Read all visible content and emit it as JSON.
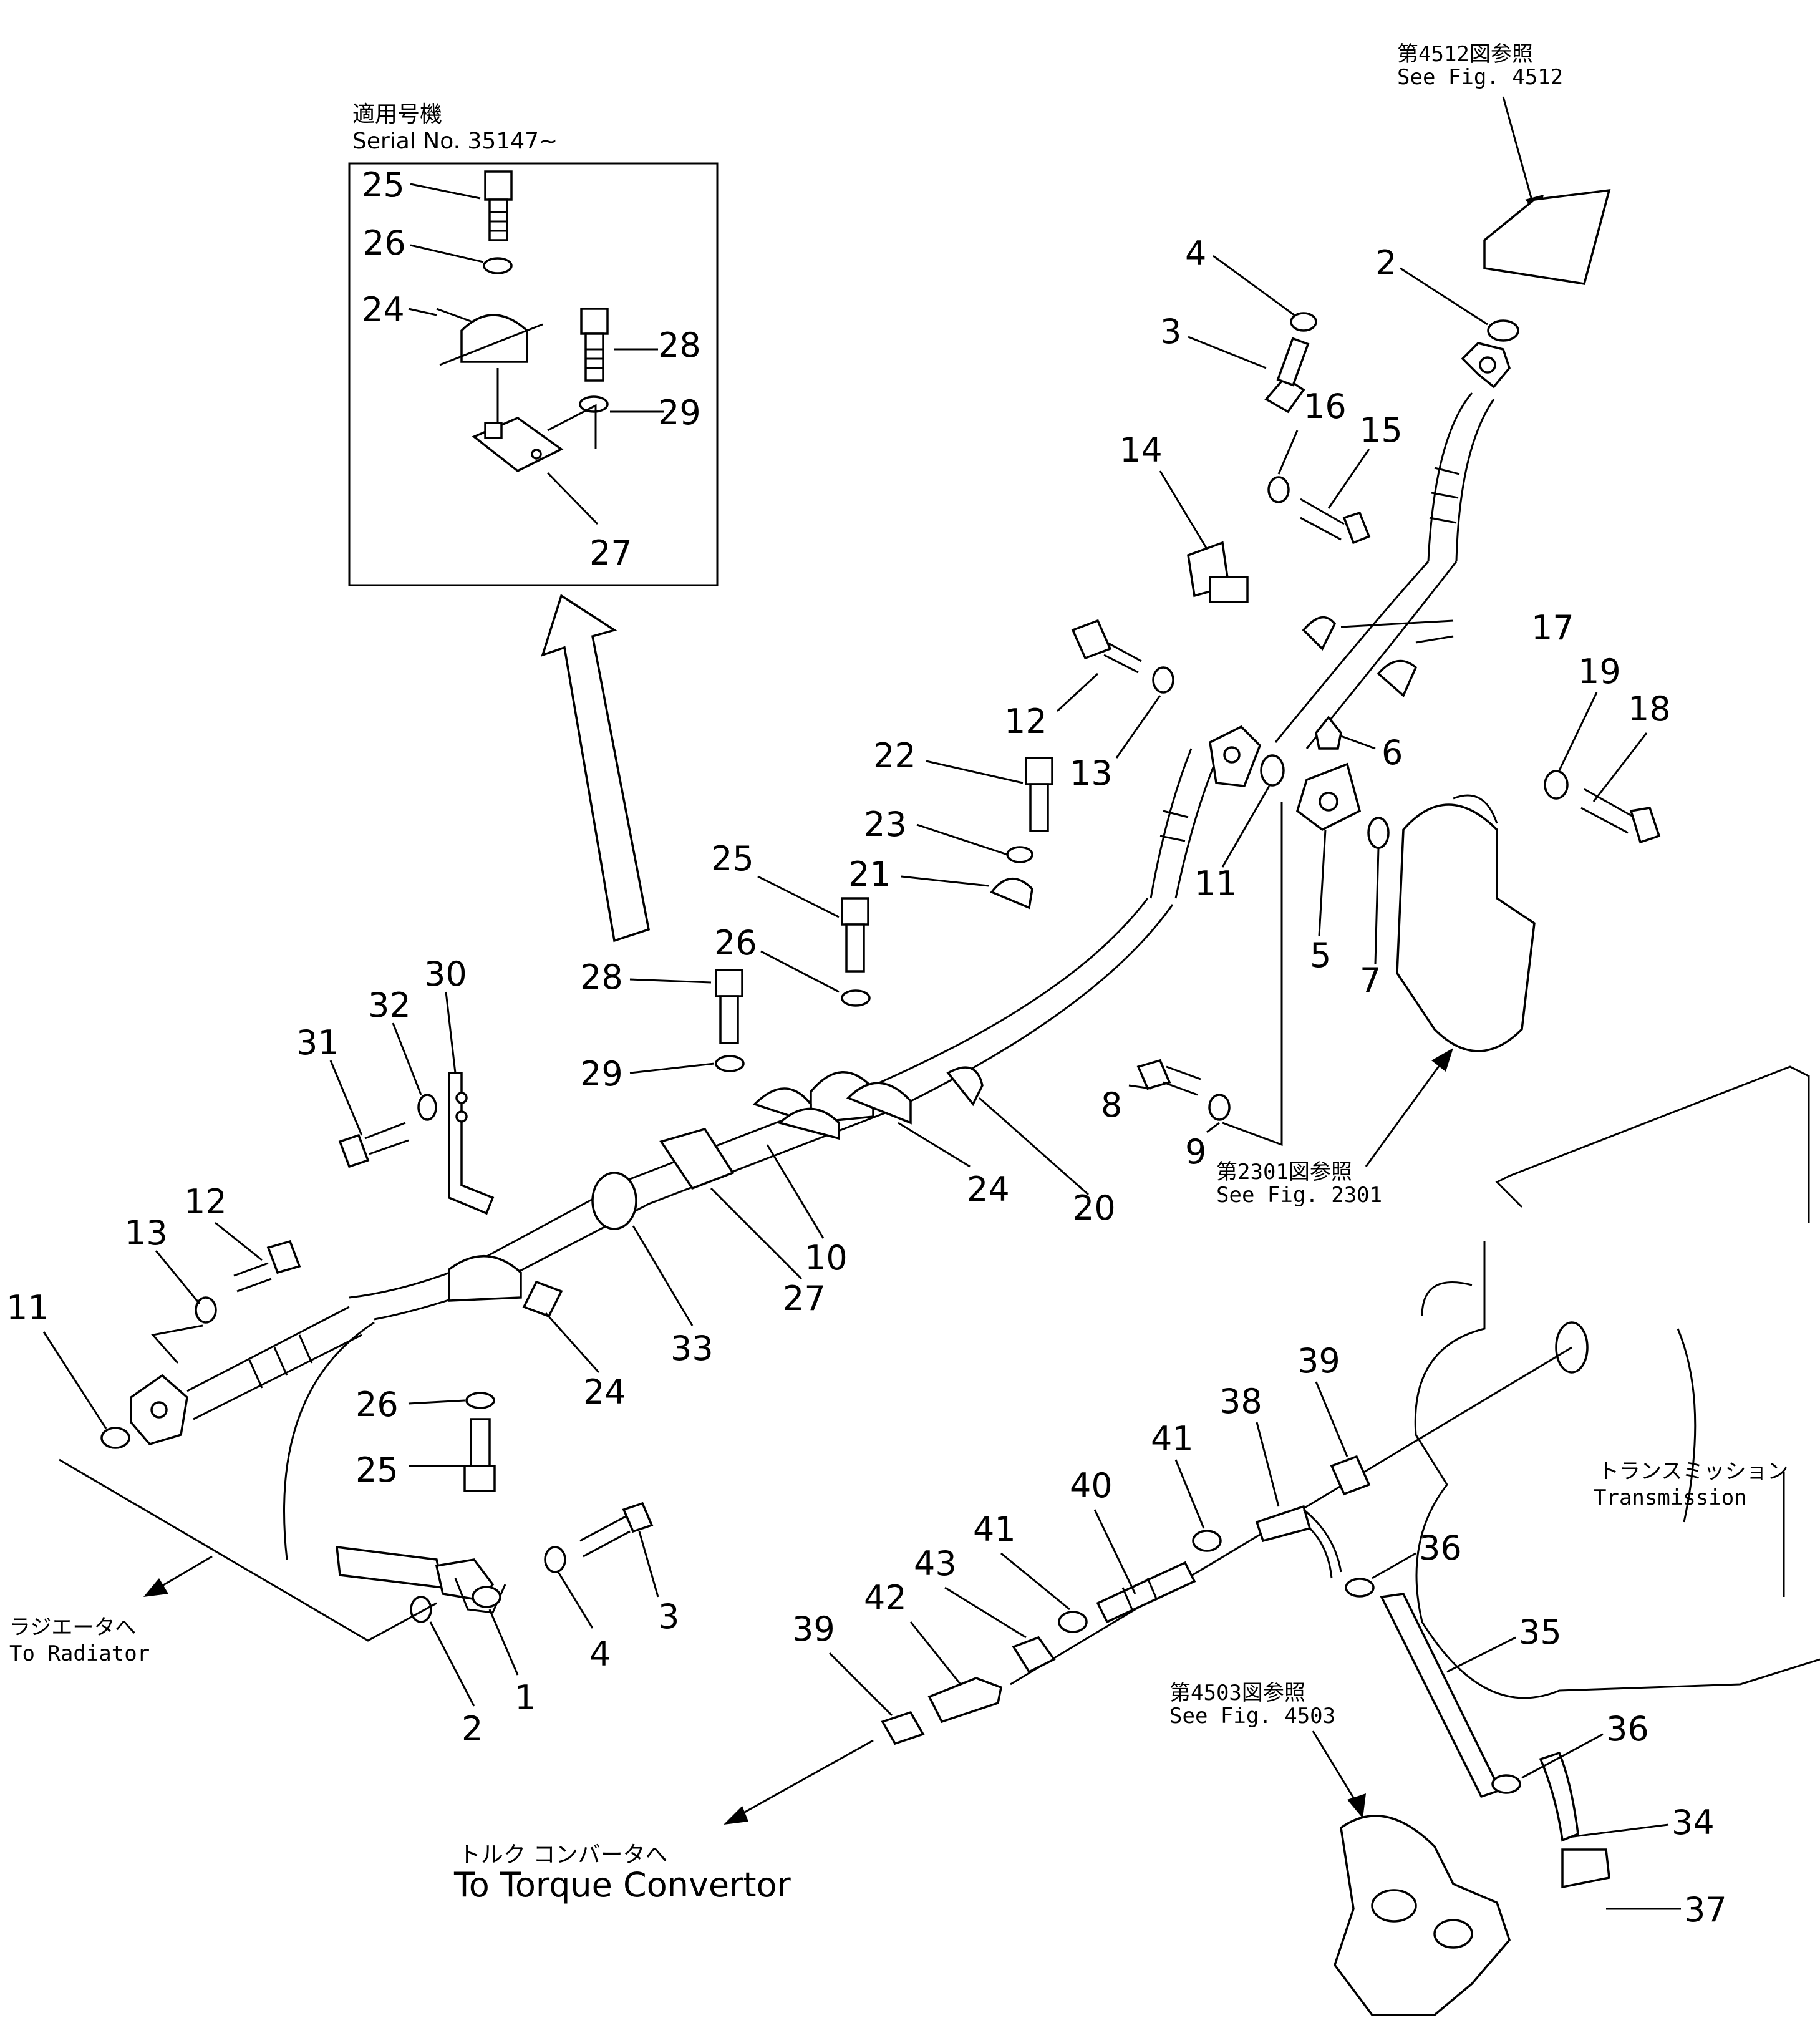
{
  "inset": {
    "note_ja": "適用号機",
    "note_en": "Serial No. 35147~",
    "labels": [
      "25",
      "26",
      "24",
      "28",
      "29",
      "27"
    ]
  },
  "refs": {
    "fig4512_ja": "第4512図参照",
    "fig4512_en": "See Fig. 4512",
    "fig2301_ja": "第2301図参照",
    "fig2301_en": "See Fig. 2301",
    "fig4503_ja": "第4503図参照",
    "fig4503_en": "See Fig. 4503"
  },
  "destinations": {
    "radiator_ja": "ラジエータへ",
    "radiator_en": "To Radiator",
    "transmission_ja": "トランスミッション",
    "transmission_en": "Transmission",
    "torque_ja": "トルク コンバータへ",
    "torque_en": "To Torque Convertor"
  },
  "callouts": [
    "4",
    "2",
    "3",
    "16",
    "15",
    "14",
    "17",
    "12",
    "13",
    "19",
    "18",
    "22",
    "6",
    "23",
    "11",
    "21",
    "25",
    "5",
    "7",
    "26",
    "28",
    "29",
    "8",
    "9",
    "31",
    "32",
    "30",
    "24",
    "20",
    "10",
    "12",
    "13",
    "11",
    "27",
    "33",
    "26",
    "25",
    "24",
    "39",
    "38",
    "41",
    "40",
    "41",
    "43",
    "36",
    "42",
    "39",
    "35",
    "36",
    "34",
    "37",
    "1",
    "2",
    "3",
    "4",
    "24"
  ]
}
